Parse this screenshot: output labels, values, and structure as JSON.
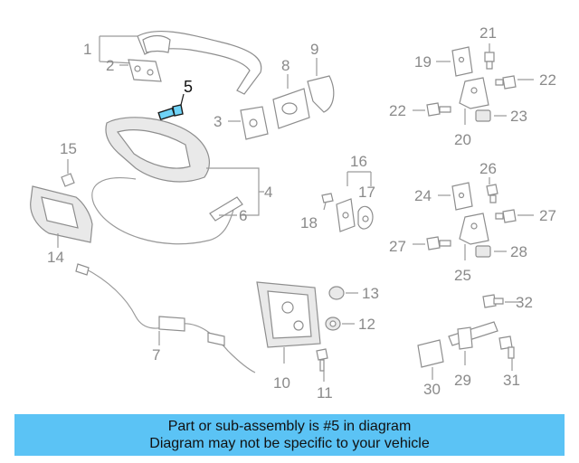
{
  "highlight_color": "#5bc3f5",
  "highlighted_part": "5",
  "labels": {
    "p1": "1",
    "p2": "2",
    "p3": "3",
    "p4": "4",
    "p5": "5",
    "p6": "6",
    "p7": "7",
    "p8": "8",
    "p9": "9",
    "p10": "10",
    "p11": "11",
    "p12": "12",
    "p13": "13",
    "p14": "14",
    "p15": "15",
    "p16": "16",
    "p17": "17",
    "p18": "18",
    "p19": "19",
    "p20": "20",
    "p21": "21",
    "p22a": "22",
    "p22b": "22",
    "p23": "23",
    "p24": "24",
    "p25": "25",
    "p26": "26",
    "p27a": "27",
    "p27b": "27",
    "p28": "28",
    "p29": "29",
    "p30": "30",
    "p31": "31",
    "p32": "32"
  },
  "banner": {
    "line1": "Part or sub-assembly is #5 in diagram",
    "line2": "Diagram may not be specific to your vehicle"
  }
}
